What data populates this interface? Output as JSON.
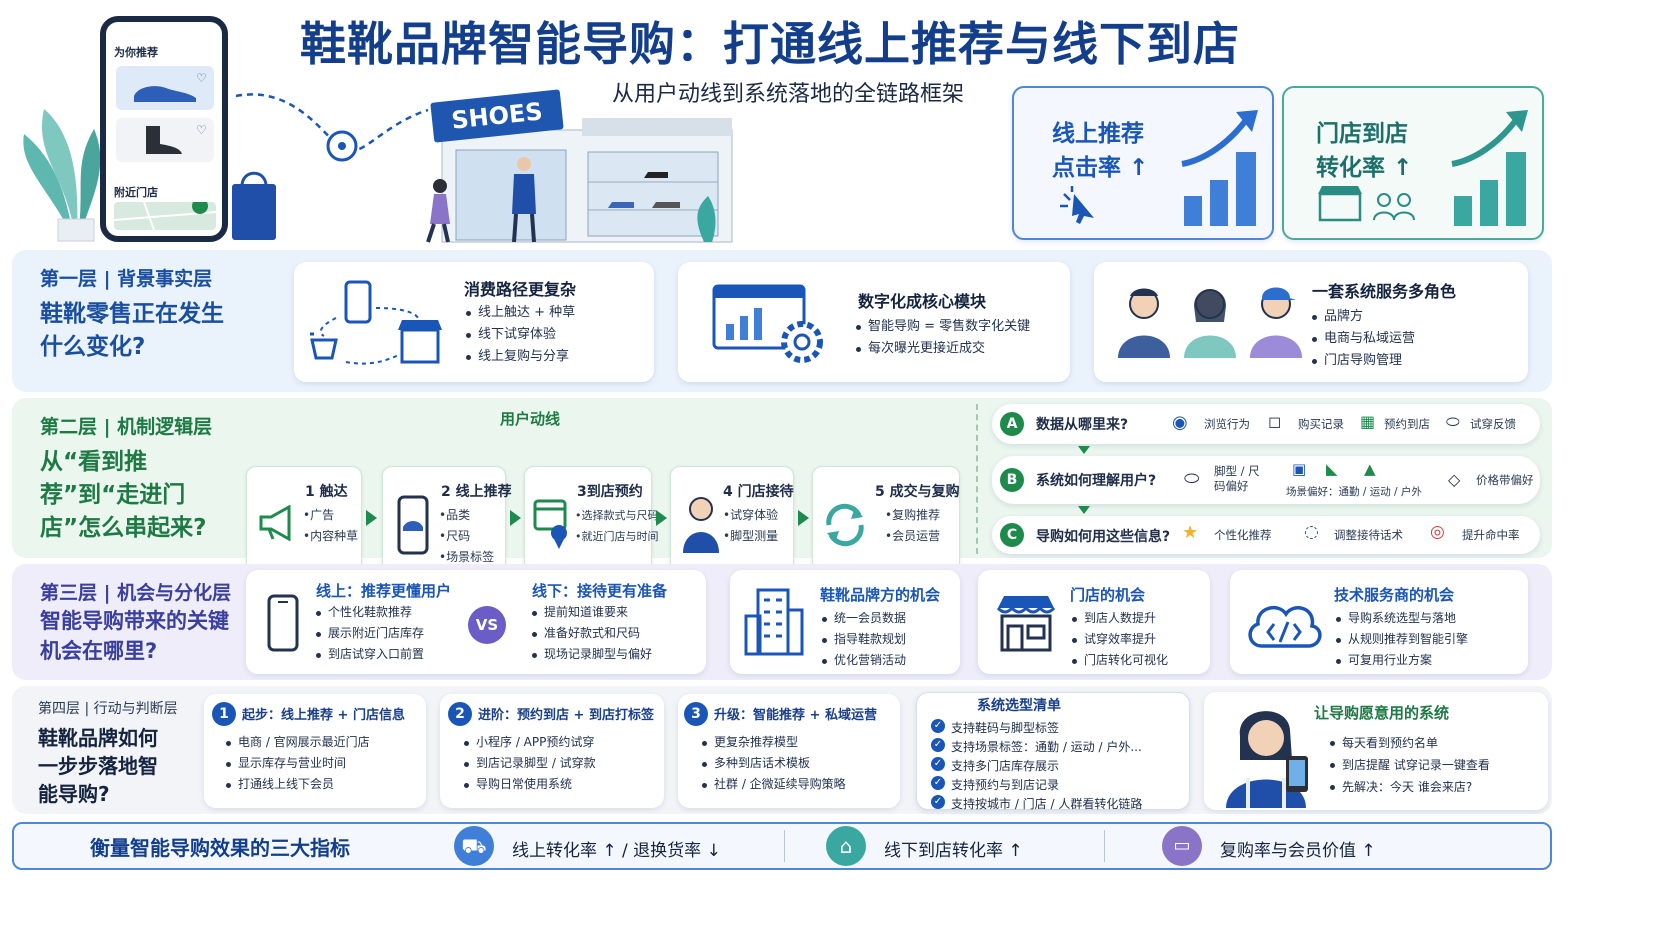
{
  "header": {
    "title": "鞋靴品牌智能导购：打通线上推荐与线下到店",
    "subtitle": "从用户动线到系统落地的全链路框架",
    "phone_label_recommend": "为你推荐",
    "phone_label_store": "附近门店",
    "store_sign": "SHOES"
  },
  "kpi_cards": [
    {
      "line1": "线上推荐",
      "line2": "点击率 ↑"
    },
    {
      "line1": "门店到店",
      "line2": "转化率 ↑"
    }
  ],
  "layer1": {
    "label": "第一层 | 背景事实层",
    "question": "鞋靴零售正在发生什么变化?",
    "cards": [
      {
        "title": "消费路径更复杂",
        "items": [
          "线上触达 + 种草",
          "线下试穿体验",
          "线上复购与分享"
        ]
      },
      {
        "title": "数字化成核心模块",
        "items": [
          "智能导购 = 零售数字化关键",
          "每次曝光更接近成交"
        ]
      },
      {
        "title": "一套系统服务多角色",
        "items": [
          "品牌方",
          "电商与私域运营",
          "门店导购管理"
        ]
      }
    ]
  },
  "layer2": {
    "label": "第二层 | 机制逻辑层",
    "question": "从“看到推荐”到“走进门店”怎么串起来?",
    "flow_title": "用户动线",
    "steps": [
      {
        "title": "1 触达",
        "items": [
          "•广告",
          "•内容种草"
        ]
      },
      {
        "title": "2 线上推荐",
        "items": [
          "•品类",
          "•尺码",
          "•场景标签"
        ]
      },
      {
        "title": "3到店预约",
        "items": [
          "•选择款式与尺码",
          "•就近门店与时间"
        ]
      },
      {
        "title": "4 门店接待",
        "items": [
          "•试穿体验",
          "•脚型测量"
        ]
      },
      {
        "title": "5 成交与复购",
        "items": [
          "•复购推荐",
          "•会员运营"
        ]
      }
    ],
    "qa": [
      {
        "badge": "A",
        "question": "数据从哪里来?",
        "items": [
          "浏览行为",
          "购买记录",
          "预约到店",
          "试穿反馈"
        ]
      },
      {
        "badge": "B",
        "question": "系统如何理解用户?",
        "items": [
          "脚型 / 尺码偏好",
          "场景偏好：通勤 / 运动 / 户外",
          "价格带偏好"
        ]
      },
      {
        "badge": "C",
        "question": "导购如何用这些信息?",
        "items": [
          "个性化推荐",
          "调整接待话术",
          "提升命中率"
        ]
      }
    ]
  },
  "layer3": {
    "label": "第三层 | 机会与分化层",
    "question": "智能导购带来的关键机会在哪里?",
    "online": {
      "title": "线上：推荐更懂用户",
      "items": [
        "个性化鞋款推荐",
        "展示附近门店库存",
        "到店试穿入口前置"
      ]
    },
    "vs": "VS",
    "offline": {
      "title": "线下：接待更有准备",
      "items": [
        "提前知道谁要来",
        "准备好款式和尺码",
        "现场记录脚型与偏好"
      ]
    },
    "cards": [
      {
        "title": "鞋靴品牌方的机会",
        "items": [
          "统一会员数据",
          "指导鞋款规划",
          "优化营销活动"
        ]
      },
      {
        "title": "门店的机会",
        "items": [
          "到店人数提升",
          "试穿效率提升",
          "门店转化可视化"
        ]
      },
      {
        "title": "技术服务商的机会",
        "items": [
          "导购系统选型与落地",
          "从规则推荐到智能引擎",
          "可复用行业方案"
        ]
      }
    ]
  },
  "layer4": {
    "label": "第四层 | 行动与判断层",
    "question": "鞋靴品牌如何一步步落地智能导购?",
    "steps": [
      {
        "num": "1",
        "title": "起步：线上推荐 + 门店信息",
        "items": [
          "电商 / 官网展示最近门店",
          "显示库存与营业时间",
          "打通线上线下会员"
        ]
      },
      {
        "num": "2",
        "title": "进阶：预约到店 + 到店打标签",
        "items": [
          "小程序 / APP预约试穿",
          "到店记录脚型 / 试穿款",
          "导购日常使用系统"
        ]
      },
      {
        "num": "3",
        "title": "升级：智能推荐 + 私域运营",
        "items": [
          "更复杂推荐模型",
          "多种到店话术模板",
          "社群 / 企微延续导购策略"
        ]
      }
    ],
    "checklist": {
      "title": "系统选型清单",
      "items": [
        "支持鞋码与脚型标签",
        "支持场景标签：通勤 / 运动 / 户外...",
        "支持多门店库存展示",
        "支持预约与到店记录",
        "支持按城市 / 门店 / 人群看转化链路"
      ]
    },
    "guide": {
      "title": "让导购愿意用的系统",
      "items": [
        "每天看到预约名单",
        "到店提醒  试穿记录一键查看",
        "先解决：今天 谁会来店?"
      ]
    }
  },
  "footer": {
    "title": "衡量智能导购效果的三大指标",
    "metrics": [
      {
        "label": "线上转化率 ↑ / 退换货率 ↓"
      },
      {
        "label": "线下到店转化率 ↑"
      },
      {
        "label": "复购率与会员价值 ↑"
      }
    ]
  },
  "colors": {
    "blue": "#1a56b8",
    "green": "#1e8a4c",
    "teal": "#3aa8a0",
    "purple": "#6b5cc8"
  }
}
